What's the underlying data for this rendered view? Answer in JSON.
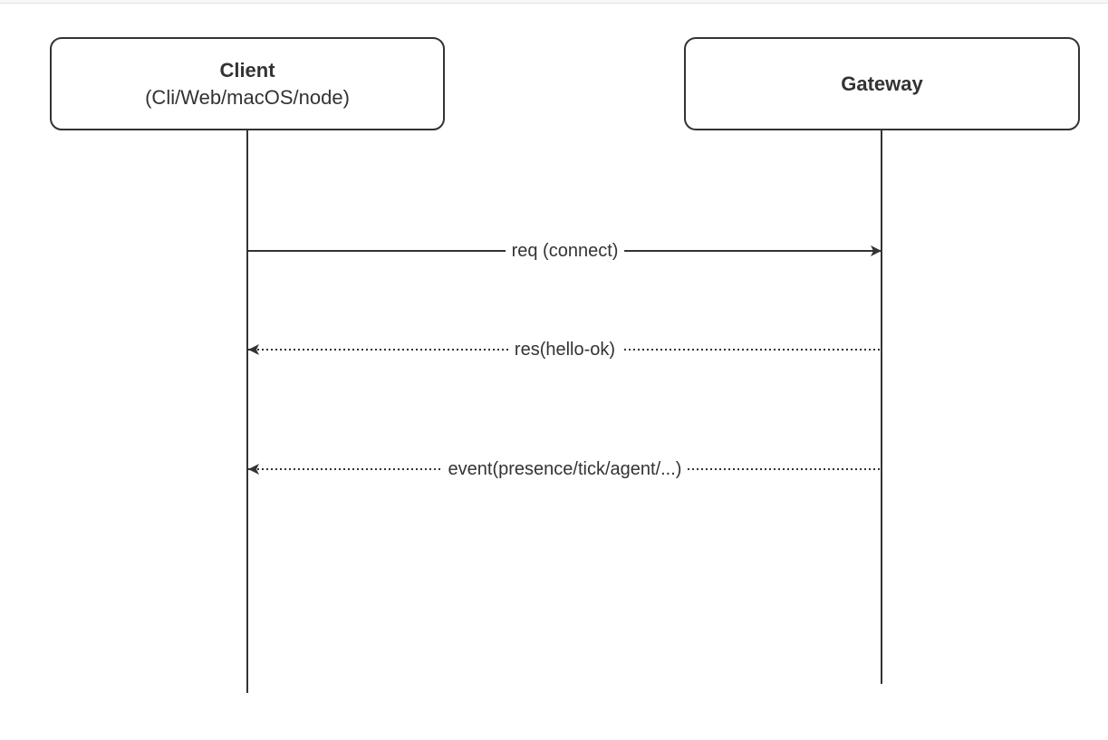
{
  "diagram": {
    "type": "sequence",
    "actors": [
      {
        "id": "client",
        "title": "Client",
        "subtitle": "(Cli/Web/macOS/node)"
      },
      {
        "id": "gateway",
        "title": "Gateway",
        "subtitle": ""
      }
    ],
    "messages": [
      {
        "from": "client",
        "to": "gateway",
        "label": "req (connect)",
        "line_style": "solid"
      },
      {
        "from": "gateway",
        "to": "client",
        "label": "res(hello-ok)",
        "line_style": "dotted"
      },
      {
        "from": "gateway",
        "to": "client",
        "label": "event(presence/tick/agent/...)",
        "line_style": "dotted"
      }
    ],
    "colors": {
      "line": "#333333",
      "text": "#333333",
      "actor_fill": "#ffffff",
      "background": "#ffffff"
    }
  }
}
